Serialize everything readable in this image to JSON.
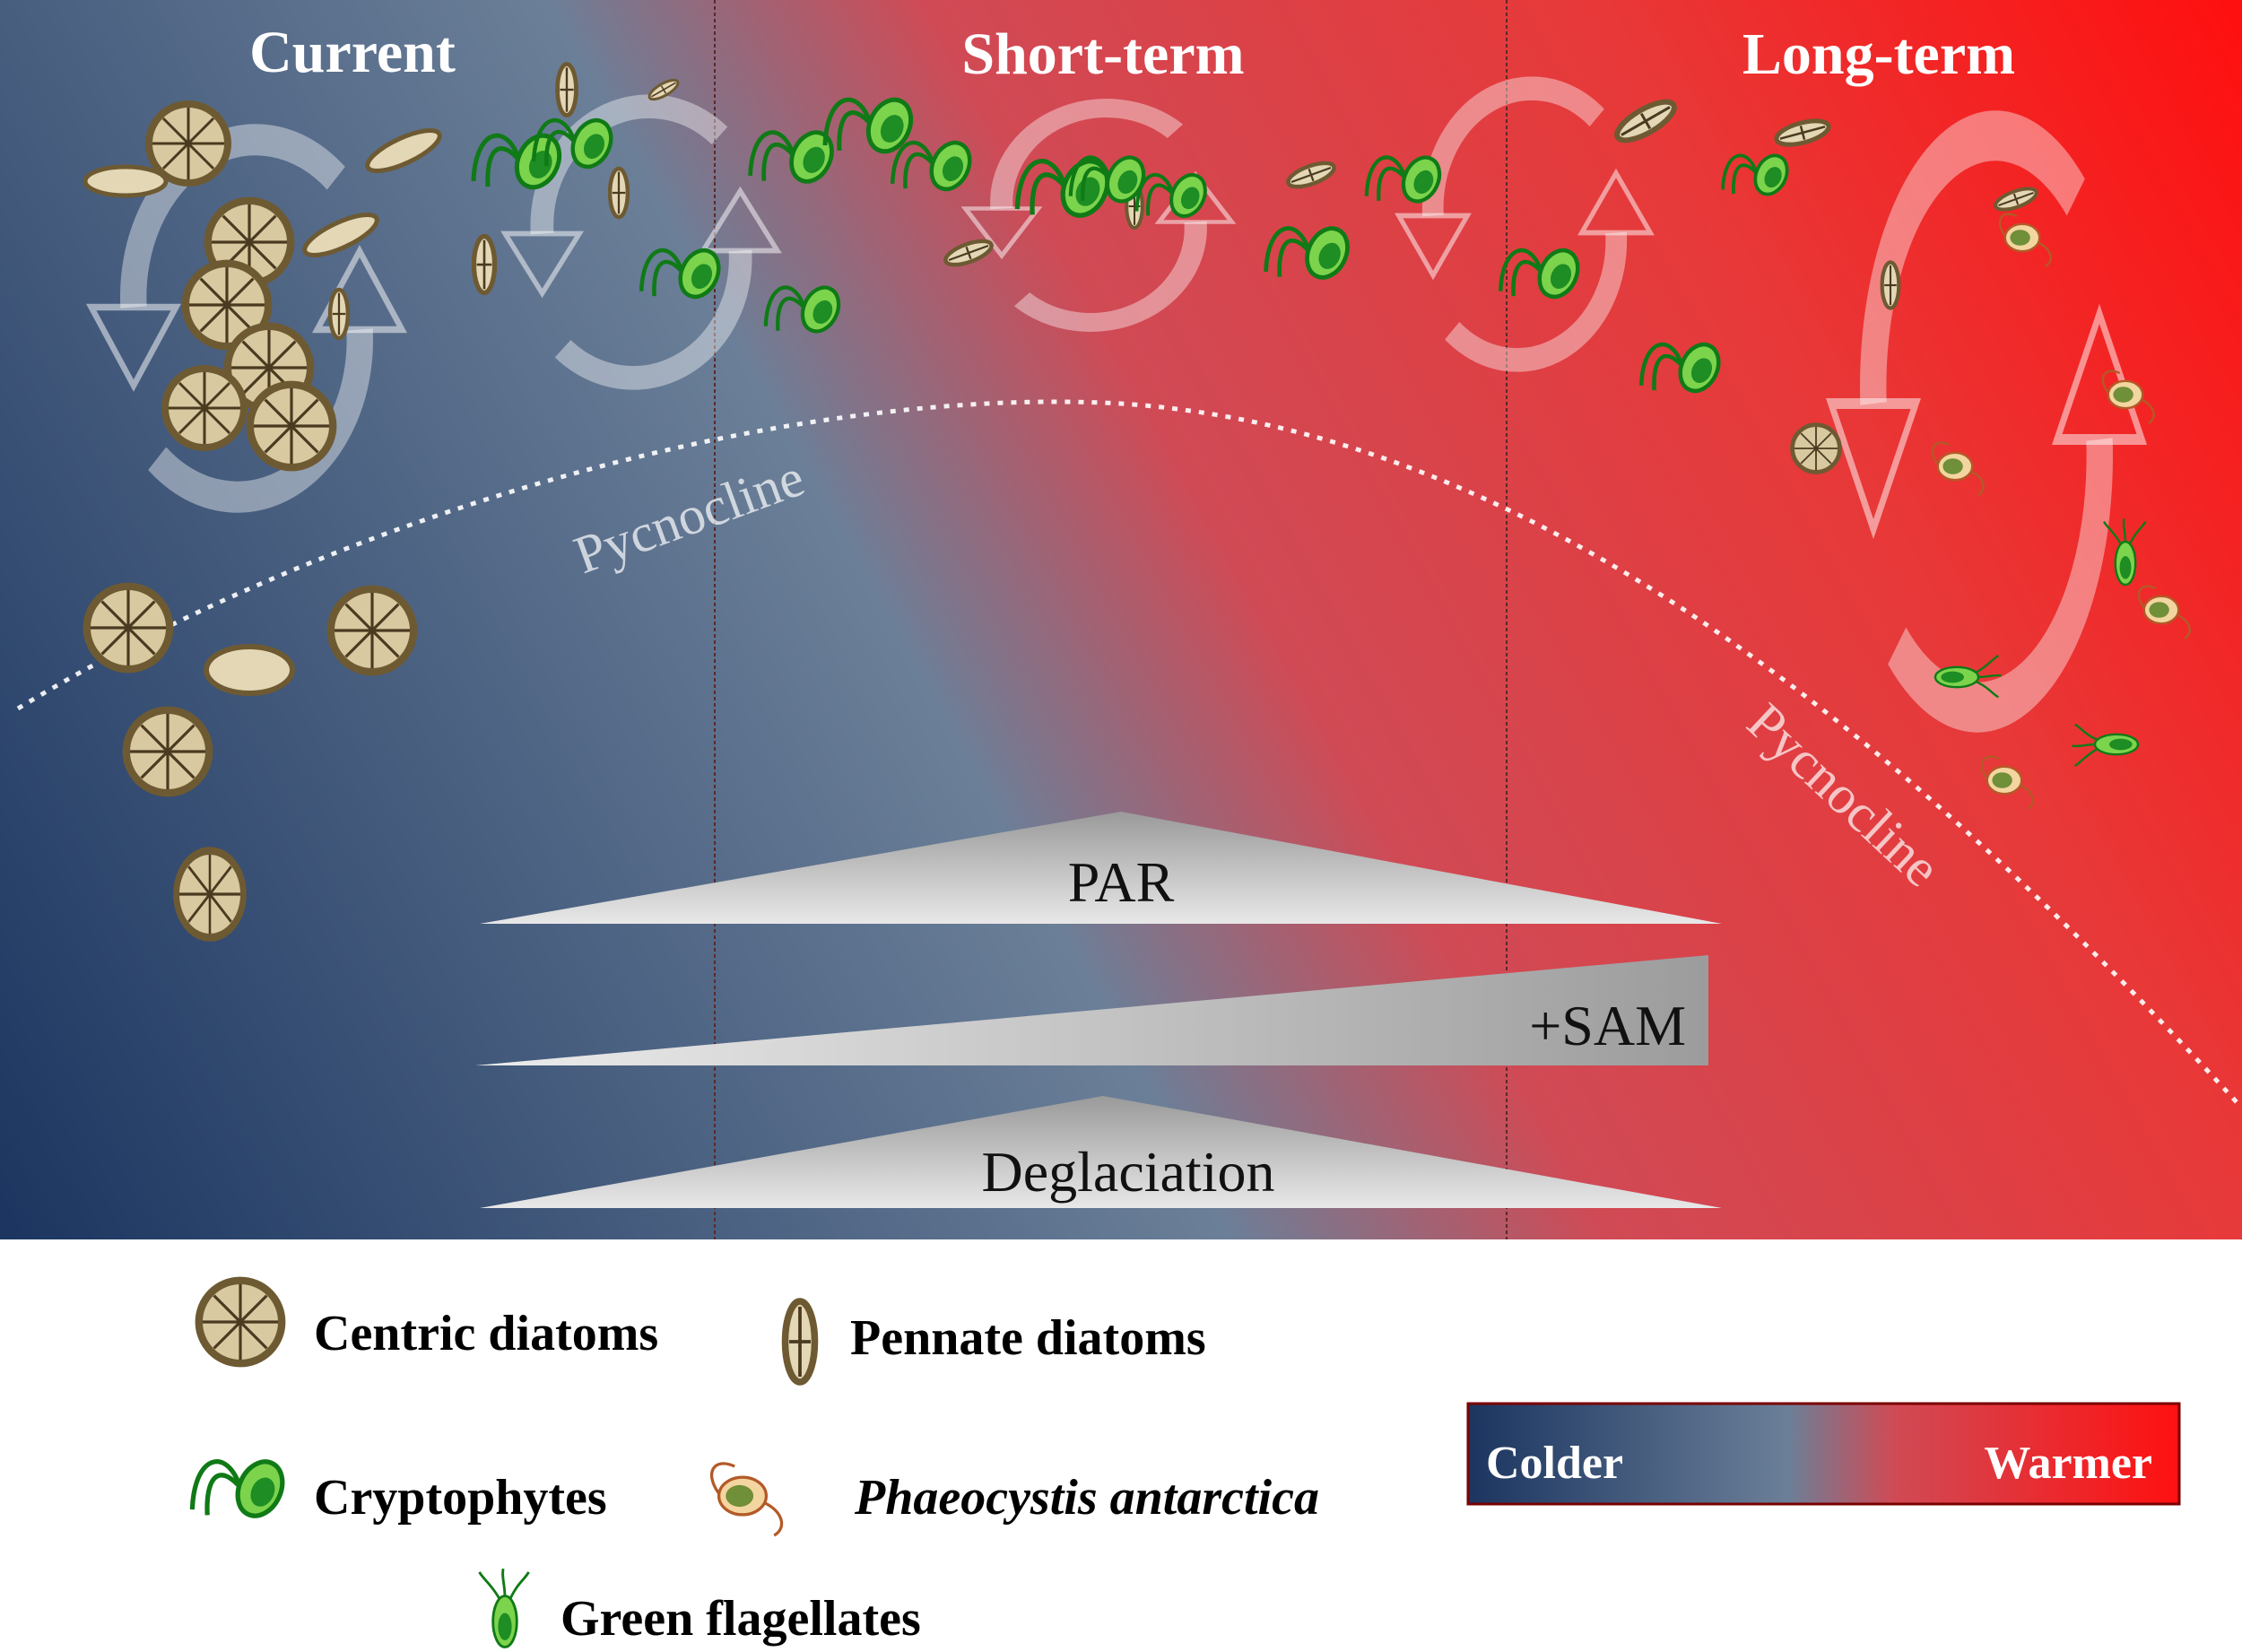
{
  "periods": {
    "current": "Current",
    "short_term": "Short-term",
    "long_term": "Long-term"
  },
  "pycnocline_label": "Pycnocline",
  "drivers": {
    "par": "PAR",
    "sam": "+SAM",
    "deglaciation": "Deglaciation"
  },
  "legend": {
    "centric_diatoms": "Centric diatoms",
    "pennate_diatoms": "Pennate diatoms",
    "cryptophytes": "Cryptophytes",
    "phaeocystis": "Phaeocystis antarctica",
    "green_flagellates": "Green flagellates"
  },
  "temperature_scale": {
    "cold_label": "Colder",
    "warm_label": "Warmer",
    "cold_color": "#1b3560",
    "mid_color": "#6b7f98",
    "warm_color": "#ff1010"
  },
  "icons": {
    "centric": "centric-diatom-icon",
    "pennate": "pennate-diatom-icon",
    "cryptophyte": "cryptophyte-icon",
    "phaeocystis": "phaeocystis-icon",
    "green_flagellate": "green-flagellate-icon",
    "mixing": "mixing-cycle-arrows-icon"
  }
}
